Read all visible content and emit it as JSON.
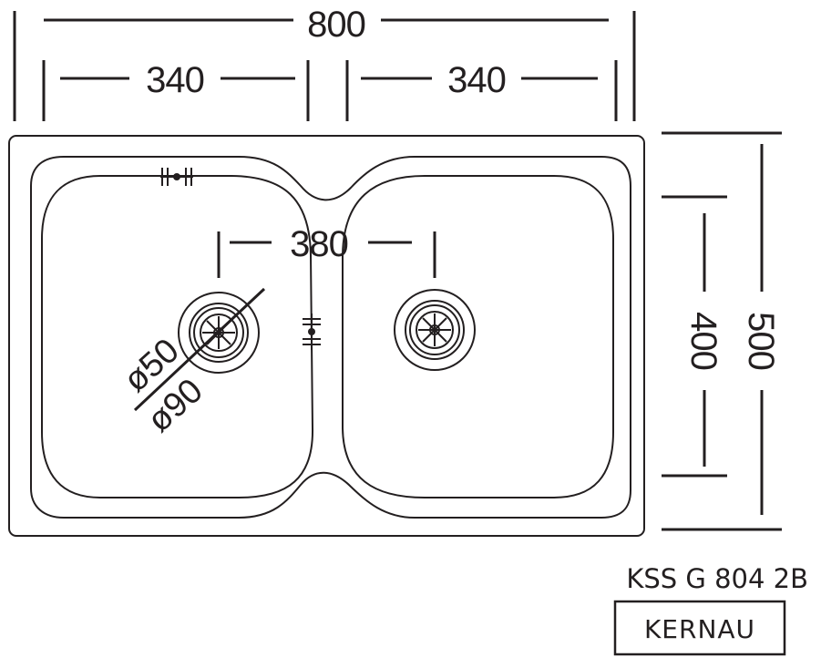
{
  "dimensions": {
    "overall_width": "800",
    "bowl_left_width": "340",
    "bowl_right_width": "340",
    "drain_spacing": "380",
    "bowl_depth": "400",
    "overall_depth": "500"
  },
  "drain": {
    "inner_diameter": "ø50",
    "outer_diameter": "ø90"
  },
  "product": {
    "model": "KSS G 804 2B",
    "brand": "KERNAU"
  }
}
